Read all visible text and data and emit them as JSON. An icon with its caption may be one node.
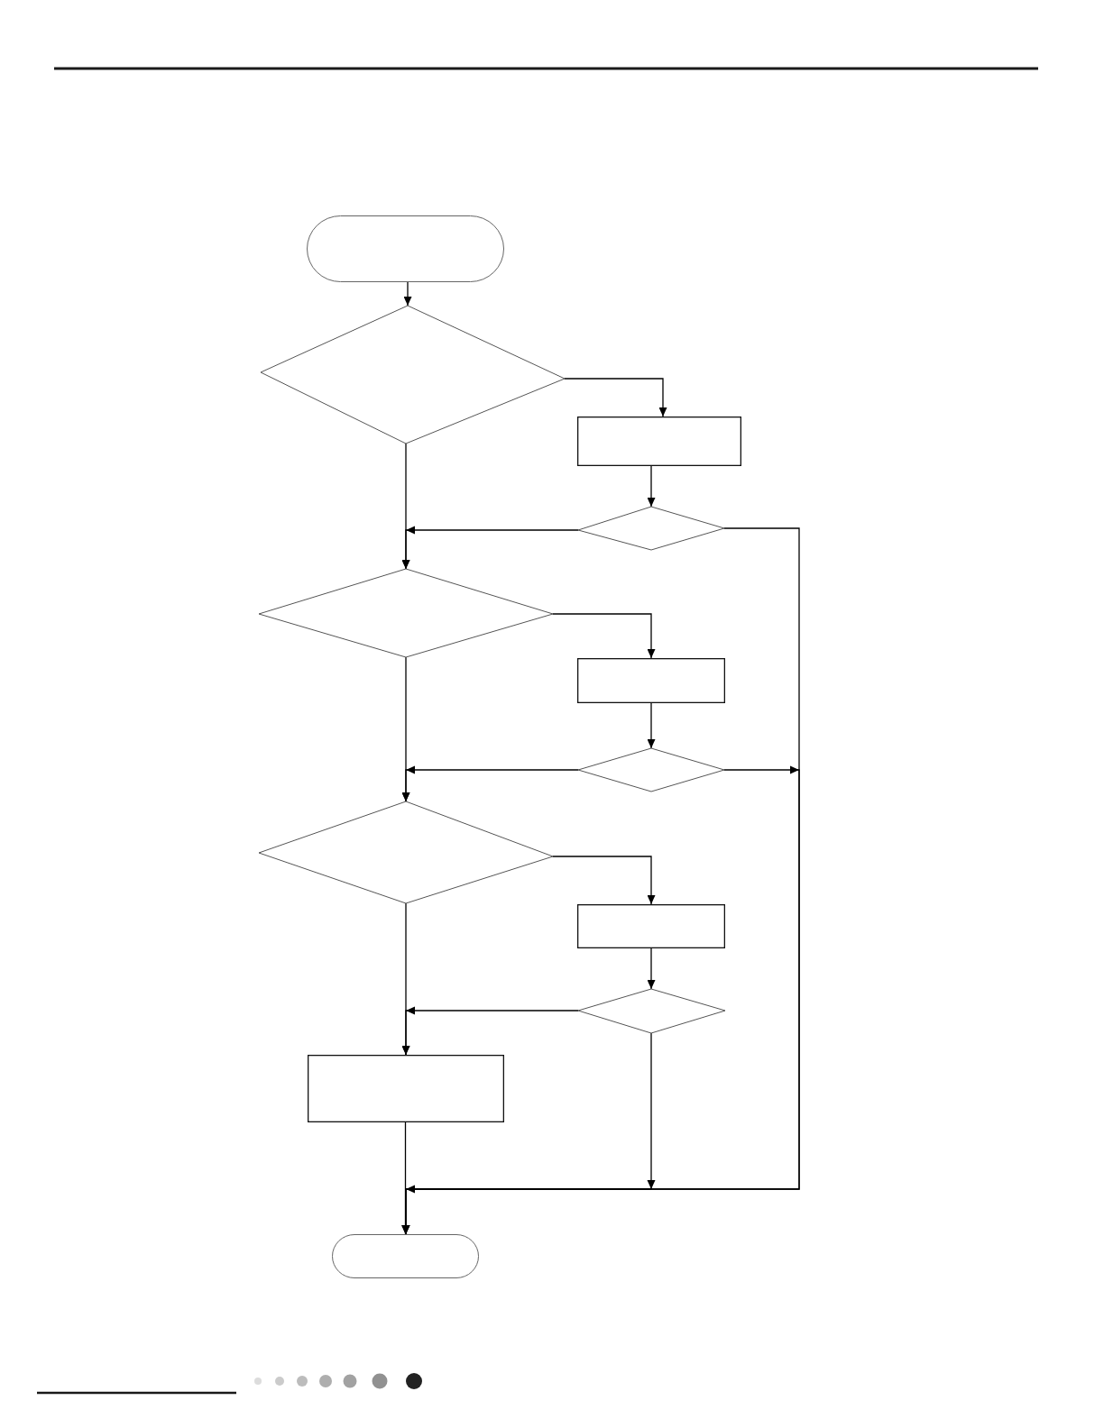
{
  "diagram": {
    "nodes": [
      {
        "text": [],
        "shape": "oval"
      },
      {
        "text": [],
        "shape": "diamond"
      },
      {
        "text": [],
        "shape": "box"
      },
      {
        "text": [],
        "shape": "diamond"
      },
      {
        "text": [],
        "shape": "diamond"
      },
      {
        "text": [],
        "shape": "box"
      },
      {
        "text": [],
        "shape": "diamond"
      },
      {
        "text": [],
        "shape": "diamond"
      },
      {
        "text": [],
        "shape": "box"
      },
      {
        "text": [],
        "shape": "diamond"
      },
      {
        "text": [],
        "shape": "box"
      },
      {
        "text": [],
        "shape": "oval"
      }
    ],
    "edges": [
      {
        "from": 0,
        "to": 1,
        "arrow": "to"
      },
      {
        "from": 1,
        "to": 2,
        "arrow": "to"
      },
      {
        "from": 2,
        "to": 3,
        "arrow": "to"
      },
      {
        "from": 1,
        "to": 4,
        "arrow": "to"
      },
      {
        "from": 3,
        "to": 4,
        "arrow": "to"
      },
      {
        "from": 4,
        "to": 5,
        "arrow": "to"
      },
      {
        "from": 5,
        "to": 6,
        "arrow": "to"
      },
      {
        "from": 4,
        "to": 7,
        "arrow": "to"
      },
      {
        "from": 6,
        "to": 7,
        "arrow": "to"
      },
      {
        "from": 3,
        "to": 11,
        "arrow": "to"
      },
      {
        "from": 6,
        "to": 11,
        "arrow": "to"
      },
      {
        "from": 7,
        "to": 8,
        "arrow": "to"
      },
      {
        "from": 8,
        "to": 9,
        "arrow": "to"
      },
      {
        "from": 7,
        "to": 10,
        "arrow": "to"
      },
      {
        "from": 9,
        "to": 10,
        "arrow": "to"
      },
      {
        "from": 9,
        "to": 11,
        "arrow": "to"
      },
      {
        "from": 10,
        "to": 11,
        "arrow": "to"
      }
    ]
  }
}
